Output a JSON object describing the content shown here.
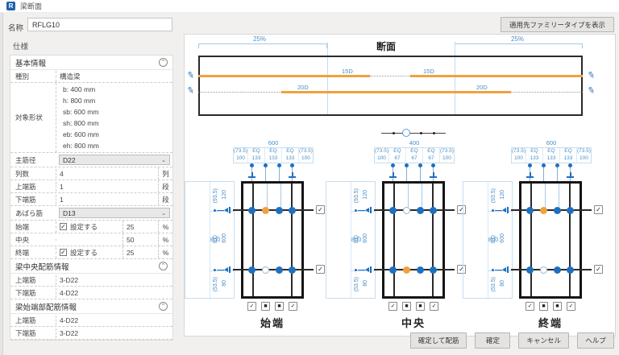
{
  "window": {
    "icon": "R",
    "title": "梁断面"
  },
  "name_field": {
    "label": "名称",
    "value": "RFLG10"
  },
  "apply_button": "適用先ファミリータイプを表示",
  "glyphs": {
    "check": "✓",
    "chevron_up": "⌃",
    "chevron_down": "⌄",
    "pencil": "✎"
  },
  "spec": {
    "title": "仕様",
    "basic": {
      "header": "基本情報",
      "type_label": "種別",
      "type_value": "構造梁",
      "shape_label": "対象形状",
      "shape_lines": [
        "b: 400 mm",
        "h: 800 mm",
        "sb: 600 mm",
        "sh: 800 mm",
        "eb: 600 mm",
        "eh: 800 mm"
      ],
      "main_bar_label": "主筋径",
      "main_bar_value": "D22",
      "cols_label": "列数",
      "cols_value": "4",
      "cols_unit": "列",
      "top_label": "上端筋",
      "top_value": "1",
      "top_unit": "段",
      "bottom_label": "下端筋",
      "bottom_value": "1",
      "bottom_unit": "段",
      "stirrup_label": "あばら筋",
      "stirrup_value": "D13",
      "start_label": "始端",
      "start_check": "設定する",
      "start_value": "25",
      "start_unit": "%",
      "mid_label": "中央",
      "mid_value": "50",
      "mid_unit": "%",
      "end_label": "終端",
      "end_check": "設定する",
      "end_value": "25",
      "end_unit": "%"
    },
    "center_info": {
      "header": "梁中央配筋情報",
      "top_label": "上端筋",
      "top_value": "3-D22",
      "bottom_label": "下端筋",
      "bottom_value": "4-D22"
    },
    "start_info": {
      "header": "梁始端部配筋情報",
      "top_label": "上端筋",
      "top_value": "4-D22",
      "bottom_label": "下端筋",
      "bottom_value": "3-D22"
    }
  },
  "elevation": {
    "title": "断面",
    "left_pct": "25%",
    "right_pct": "25%",
    "top_bar_labels": [
      "15D",
      "15D"
    ],
    "bottom_bar_labels": [
      "20D",
      "20D"
    ]
  },
  "sections": [
    {
      "name": "始端",
      "width_dim": "600",
      "eq_labels": [
        "(73.5)",
        "EQ",
        "EQ",
        "EQ",
        "(73.5)"
      ],
      "len_labels": [
        "100",
        "133",
        "133",
        "133",
        "100"
      ],
      "height_dim": "800",
      "side_outer": [
        "(93.5)",
        "EQ",
        "(53.5)"
      ],
      "side_inner": [
        "120",
        "600",
        "80"
      ],
      "top_dots": [
        "blue",
        "orange",
        "blue",
        "blue"
      ],
      "bottom_dots": [
        "blue",
        "open",
        "blue",
        "blue"
      ],
      "bottom_marks": [
        "✓",
        "■",
        "■",
        "✓"
      ]
    },
    {
      "name": "中央",
      "width_dim": "400",
      "eq_labels": [
        "(73.5)",
        "EQ",
        "EQ",
        "EQ",
        "(73.5)"
      ],
      "len_labels": [
        "100",
        "67",
        "67",
        "67",
        "100"
      ],
      "height_dim": "800",
      "side_outer": [
        "(93.5)",
        "EQ",
        "(53.5)"
      ],
      "side_inner": [
        "120",
        "600",
        "80"
      ],
      "top_dots": [
        "blue",
        "open",
        "blue",
        "blue"
      ],
      "bottom_dots": [
        "blue",
        "orange",
        "blue",
        "blue"
      ],
      "bottom_marks": [
        "✓",
        "■",
        "■",
        "✓"
      ]
    },
    {
      "name": "終端",
      "width_dim": "600",
      "eq_labels": [
        "(73.5)",
        "EQ",
        "EQ",
        "EQ",
        "(73.5)"
      ],
      "len_labels": [
        "100",
        "133",
        "133",
        "133",
        "100"
      ],
      "height_dim": "800",
      "side_outer": [
        "(93.5)",
        "EQ",
        "(53.5)"
      ],
      "side_inner": [
        "120",
        "600",
        "80"
      ],
      "top_dots": [
        "blue",
        "orange",
        "blue",
        "blue"
      ],
      "bottom_dots": [
        "blue",
        "open",
        "blue",
        "blue"
      ],
      "bottom_marks": [
        "✓",
        "■",
        "■",
        "✓"
      ]
    }
  ],
  "footer": {
    "confirm_bar": "確定して配筋",
    "confirm": "確定",
    "cancel": "キャンセル",
    "help": "ヘルプ"
  },
  "colors": {
    "accent_blue": "#1e6fc0",
    "dim_blue": "#4a8fc7",
    "orange": "#efa13f"
  }
}
